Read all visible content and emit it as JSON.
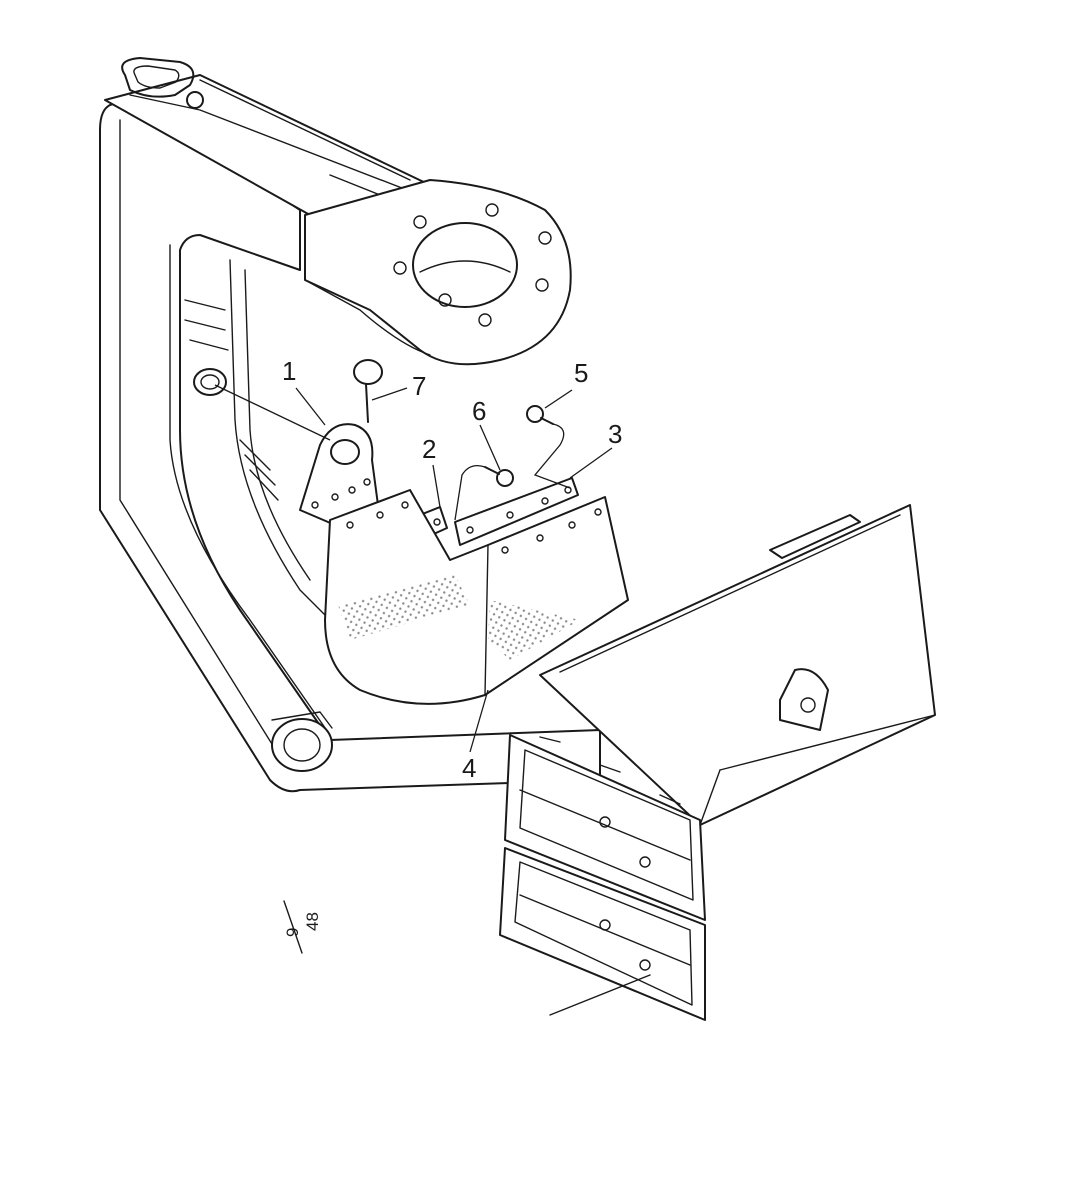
{
  "callouts": {
    "c1": "1",
    "c2": "2",
    "c3": "3",
    "c4": "4",
    "c5": "5",
    "c6": "6",
    "c7": "7"
  },
  "sheet_ref": {
    "numerator": "9",
    "denominator": "48"
  },
  "colors": {
    "line": "#1a1a1a",
    "background": "#ffffff",
    "mesh": "#9a9a9a"
  }
}
